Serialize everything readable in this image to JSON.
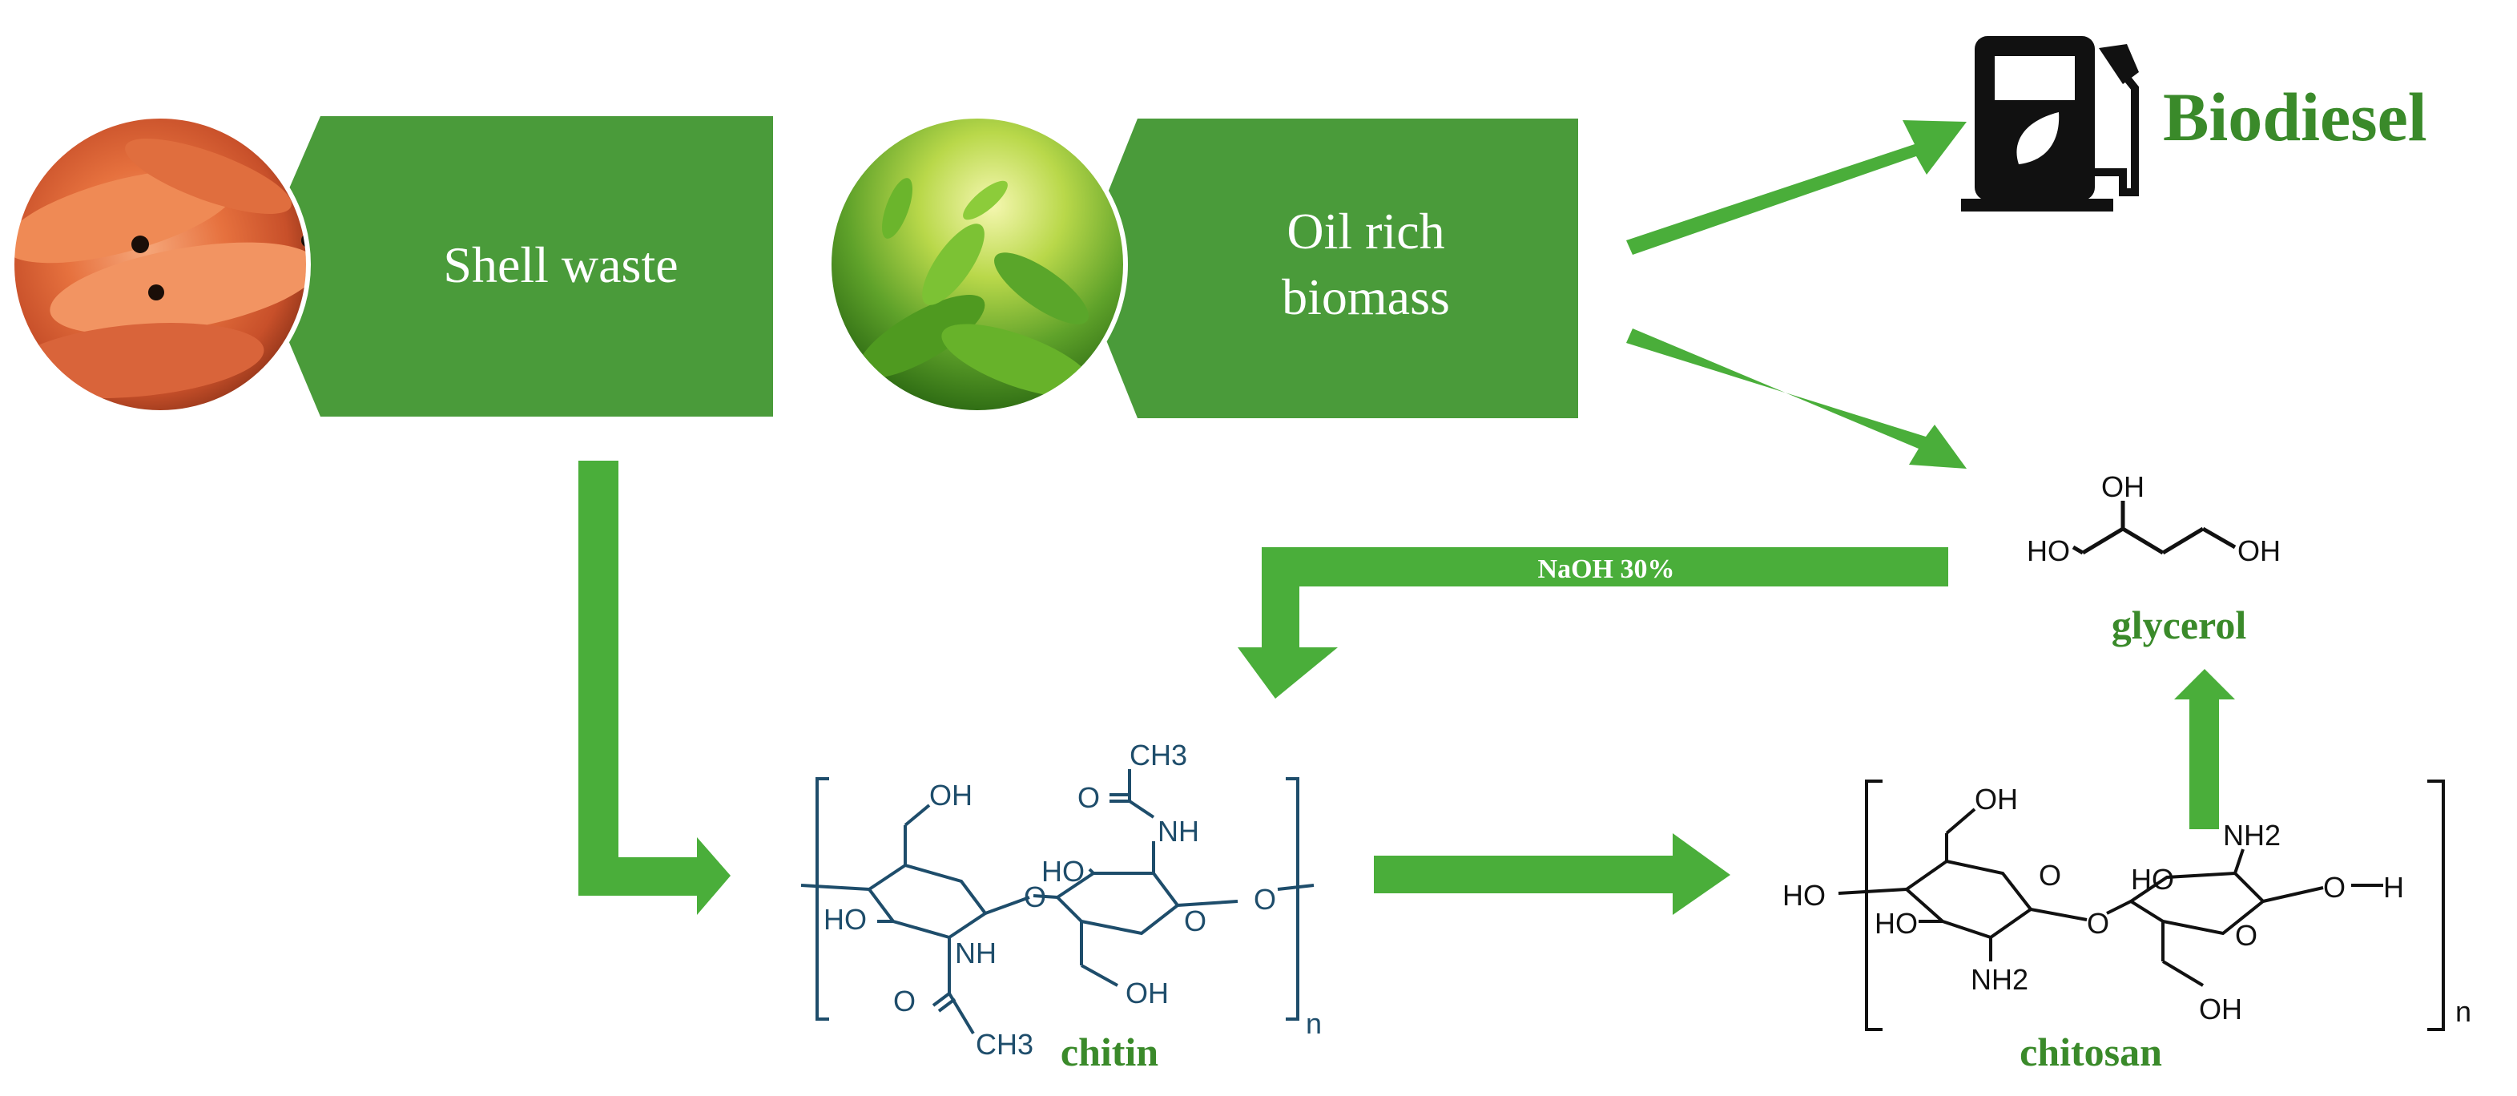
{
  "colors": {
    "arrow_green": "#4aae3a",
    "banner_green": "#4a9b3a",
    "label_green": "#3a8a2a",
    "chitin_blue": "#1e4d6b",
    "chitosan_black": "#111111"
  },
  "inputs": {
    "shell_waste": {
      "label": "Shell waste",
      "image": "shrimp-photo"
    },
    "oil_biomass": {
      "label_line1": "Oil rich",
      "label_line2": "biomass",
      "image": "green-leaves-photo"
    }
  },
  "products": {
    "biodiesel": {
      "label": "Biodiesel",
      "icon": "fuel-pump-icon"
    },
    "glycerol": {
      "label": "glycerol",
      "oh_top": "OH",
      "ho_left": "HO",
      "oh_right": "OH"
    }
  },
  "process": {
    "naoh_label": "NaOH 30%"
  },
  "chitin": {
    "label": "chitin",
    "ch3_top": "CH3",
    "ch3_bottom": "CH3",
    "nh_top": "NH",
    "nh_bottom": "NH",
    "oh_top": "OH",
    "oh_bottom": "OH",
    "ho_left": "HO",
    "ho_mid": "HO",
    "o": "O",
    "n": "n"
  },
  "chitosan": {
    "label": "chitosan",
    "oh_top": "OH",
    "oh_bottom": "OH",
    "ho_left": "HO",
    "ho_mid": "HO",
    "ho_ring": "HO",
    "nh2_top": "NH2",
    "nh2_bottom": "NH2",
    "o": "O",
    "h": "H",
    "n": "n"
  }
}
